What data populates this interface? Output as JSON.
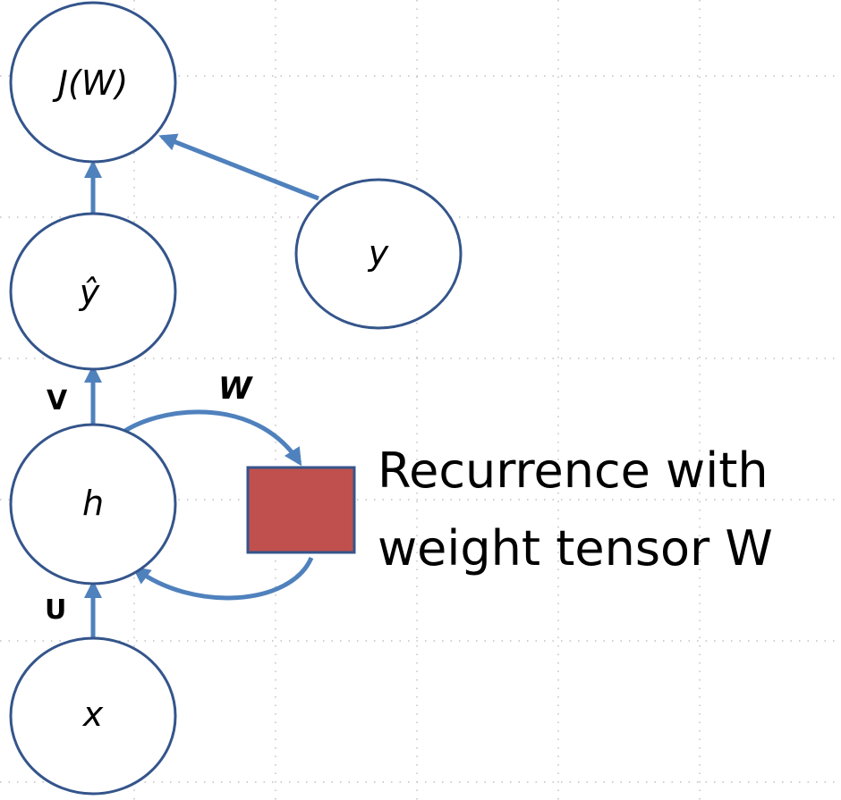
{
  "nodes": {
    "cost": "J(W)",
    "y_hat": "ŷ",
    "y": "y",
    "h": "h",
    "x": "x"
  },
  "edge_labels": {
    "V": "V",
    "W": "W",
    "U": "U"
  },
  "caption": {
    "line1": "Recurrence with",
    "line2": "weight tensor W"
  },
  "colors": {
    "edge": "#4f81bd",
    "node_stroke": "#34558b",
    "recurrence_box": "#c0504d"
  }
}
